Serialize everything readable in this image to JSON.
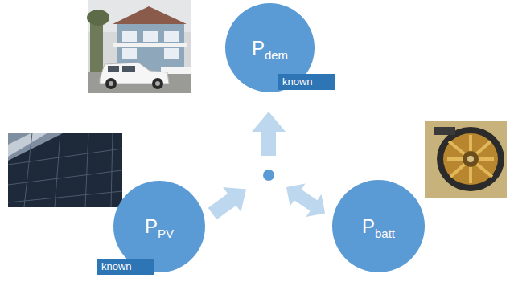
{
  "diagram": {
    "nodes": [
      {
        "text": [
          "P",
          "dem"
        ]
      },
      {
        "text": [
          "known"
        ],
        "in": 0
      },
      {
        "text": [
          "P",
          "PV"
        ]
      },
      {
        "text": [
          "known"
        ],
        "in": 2
      },
      {
        "text": [
          "P",
          "batt"
        ]
      }
    ]
  }
}
